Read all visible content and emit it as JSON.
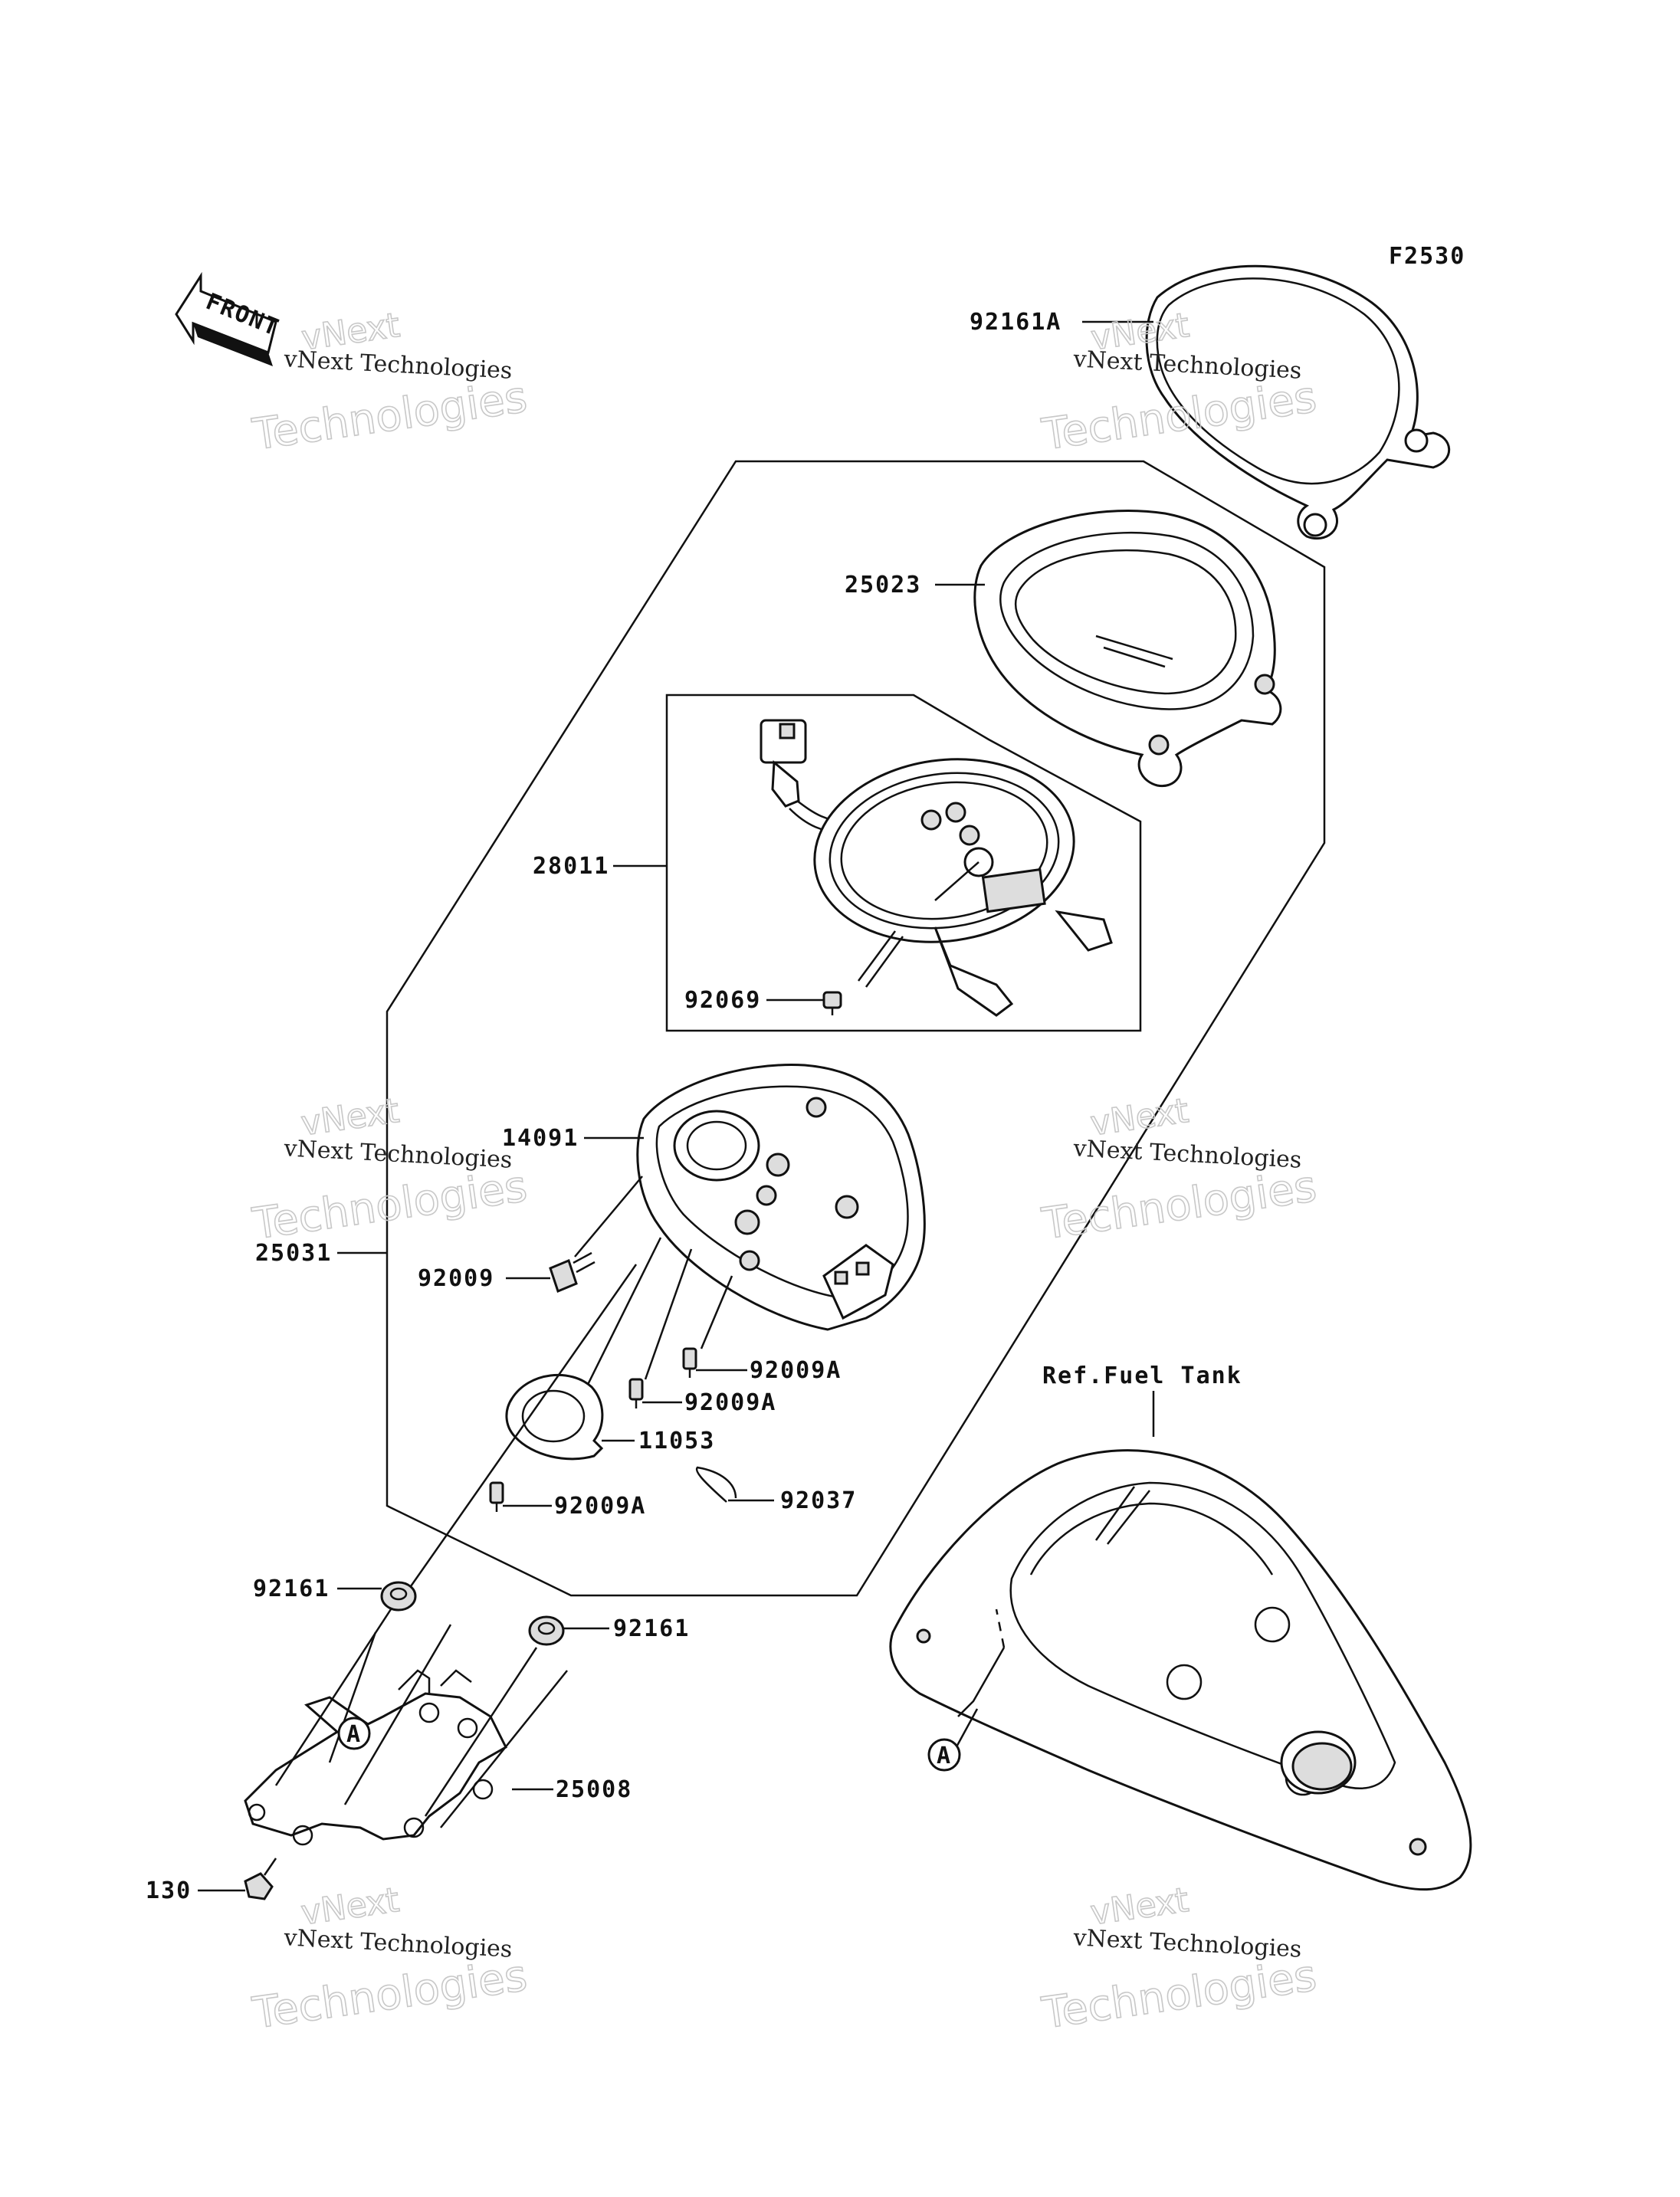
{
  "figure_code": "F2530",
  "front_label": "FRONT",
  "ref_label": "Ref.Fuel Tank",
  "marker_letter": "A",
  "watermark": {
    "line1": "vNext",
    "line2": "vNext Technologies",
    "line3": "Technologies"
  },
  "parts": [
    {
      "id": "p92161A",
      "number": "92161A"
    },
    {
      "id": "p25023",
      "number": "25023"
    },
    {
      "id": "p28011",
      "number": "28011"
    },
    {
      "id": "p92069",
      "number": "92069"
    },
    {
      "id": "p14091",
      "number": "14091"
    },
    {
      "id": "p25031",
      "number": "25031"
    },
    {
      "id": "p92009",
      "number": "92009"
    },
    {
      "id": "p92009A_1",
      "number": "92009A"
    },
    {
      "id": "p92009A_2",
      "number": "92009A"
    },
    {
      "id": "p11053",
      "number": "11053"
    },
    {
      "id": "p92009A_3",
      "number": "92009A"
    },
    {
      "id": "p92037",
      "number": "92037"
    },
    {
      "id": "p92161_1",
      "number": "92161"
    },
    {
      "id": "p92161_2",
      "number": "92161"
    },
    {
      "id": "p25008",
      "number": "25008"
    },
    {
      "id": "p130",
      "number": "130"
    }
  ]
}
